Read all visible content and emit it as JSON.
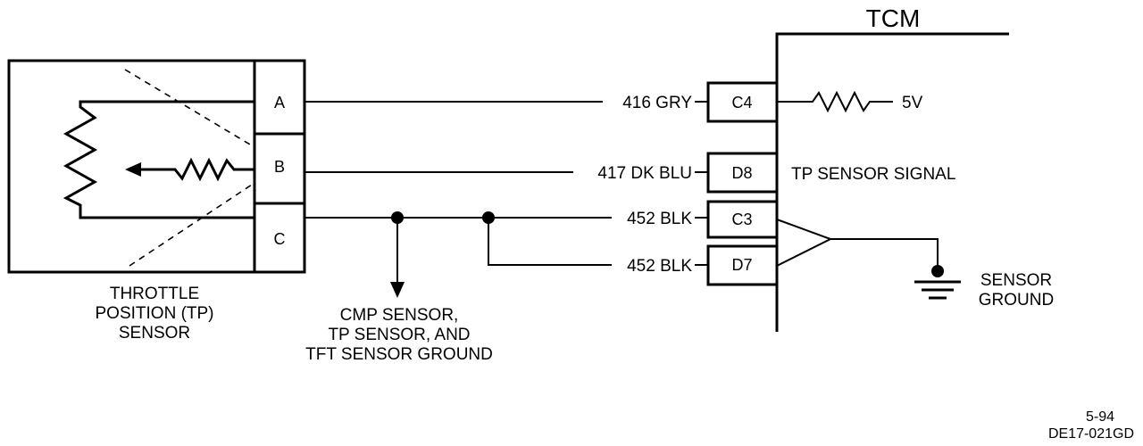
{
  "tcm": {
    "title": "TCM",
    "pins": [
      "C4",
      "D8",
      "C3",
      "D7"
    ],
    "ref_voltage": "5V",
    "signal_label": "TP SENSOR SIGNAL",
    "ground_label": [
      "SENSOR",
      "GROUND"
    ]
  },
  "sensor": {
    "pins": [
      "A",
      "B",
      "C"
    ],
    "label": [
      "THROTTLE",
      "POSITION (TP)",
      "SENSOR"
    ]
  },
  "wires": [
    "416 GRY",
    "417 DK BLU",
    "452 BLK",
    "452 BLK"
  ],
  "ground_note": [
    "CMP SENSOR,",
    "TP SENSOR, AND",
    "TFT SENSOR GROUND"
  ],
  "footer": {
    "date": "5-94",
    "code": "DE17-021GD"
  }
}
